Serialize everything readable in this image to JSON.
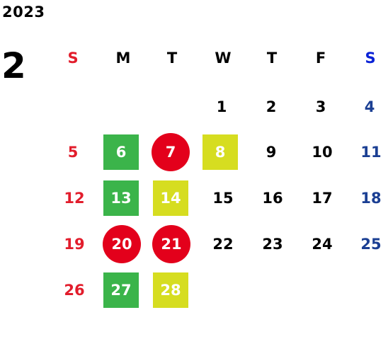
{
  "year": "2023",
  "month": "2",
  "weekdays": [
    "S",
    "M",
    "T",
    "W",
    "T",
    "F",
    "S"
  ],
  "days": [
    {
      "label": "1",
      "marker": "none"
    },
    {
      "label": "2",
      "marker": "none"
    },
    {
      "label": "3",
      "marker": "none"
    },
    {
      "label": "4",
      "marker": "none"
    },
    {
      "label": "5",
      "marker": "none"
    },
    {
      "label": "6",
      "marker": "green-square"
    },
    {
      "label": "7",
      "marker": "red-circle"
    },
    {
      "label": "8",
      "marker": "yellow-square"
    },
    {
      "label": "9",
      "marker": "none"
    },
    {
      "label": "10",
      "marker": "none"
    },
    {
      "label": "11",
      "marker": "none"
    },
    {
      "label": "12",
      "marker": "none"
    },
    {
      "label": "13",
      "marker": "green-square"
    },
    {
      "label": "14",
      "marker": "yellow-square"
    },
    {
      "label": "15",
      "marker": "none"
    },
    {
      "label": "16",
      "marker": "none"
    },
    {
      "label": "17",
      "marker": "none"
    },
    {
      "label": "18",
      "marker": "none"
    },
    {
      "label": "19",
      "marker": "none"
    },
    {
      "label": "20",
      "marker": "red-circle"
    },
    {
      "label": "21",
      "marker": "red-circle"
    },
    {
      "label": "22",
      "marker": "none"
    },
    {
      "label": "23",
      "marker": "none"
    },
    {
      "label": "24",
      "marker": "none"
    },
    {
      "label": "25",
      "marker": "none"
    },
    {
      "label": "26",
      "marker": "none"
    },
    {
      "label": "27",
      "marker": "green-square"
    },
    {
      "label": "28",
      "marker": "yellow-square"
    }
  ],
  "colors": {
    "sunday": "#e21d2c",
    "saturday": "#1b3f93",
    "saturday_header": "#0a22d6",
    "weekday": "#000000",
    "green_marker": "#3bb44a",
    "yellow_marker": "#d6dd20",
    "red_marker": "#e3001b"
  }
}
